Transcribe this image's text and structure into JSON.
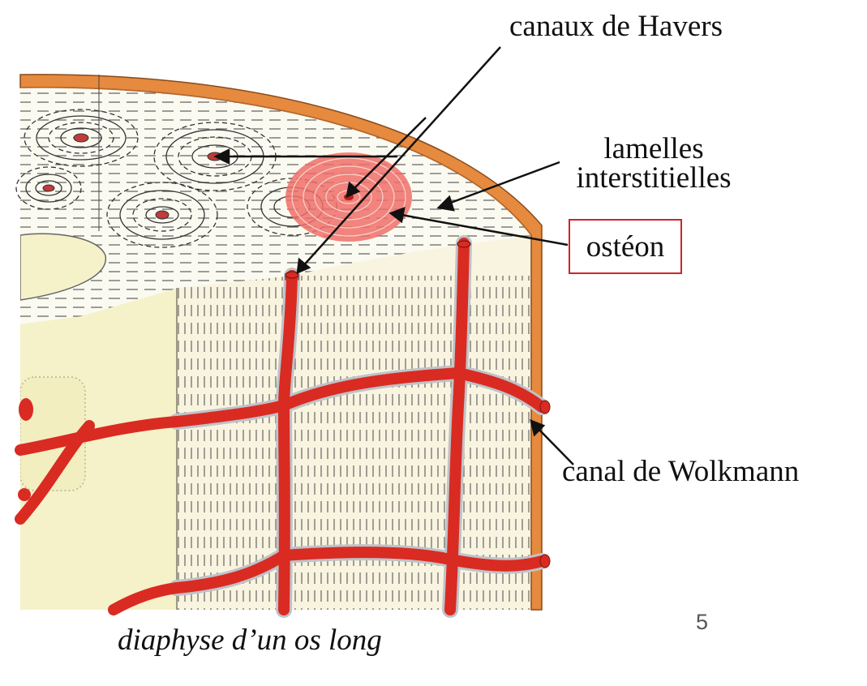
{
  "labels": {
    "havers": "canaux de Havers",
    "lamelles_line1": "lamelles",
    "lamelles_line2": "interstitielles",
    "osteon": "ostéon",
    "wolkmann": "canal de Wolkmann"
  },
  "caption": "diaphyse d’un os long",
  "page_number": "5",
  "colors": {
    "vessel": "#d92b22",
    "osteon_highlight": "#ef6e68",
    "periosteum": "#e58a3e",
    "bone_fill": "#f8f4df",
    "marrow": "#f5f1c9",
    "box_border": "#d0232a"
  }
}
